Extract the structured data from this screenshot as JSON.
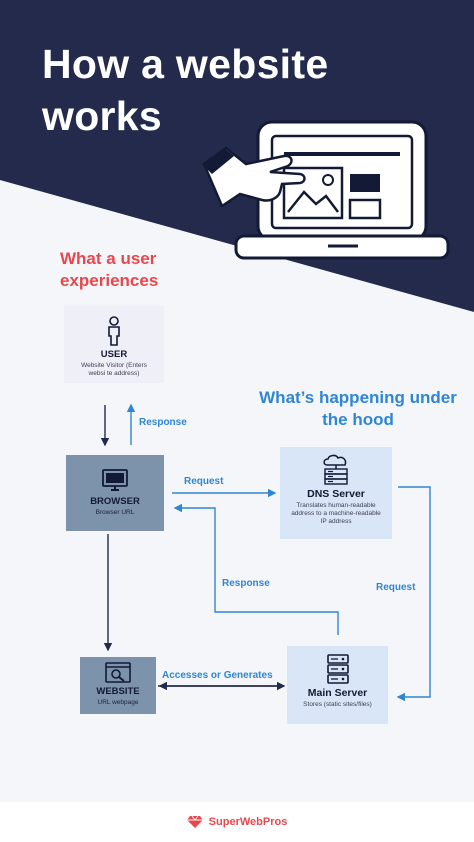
{
  "title": "How a website works",
  "sections": {
    "user_side": "What a user experiences",
    "hood_side": "What’s happening under the hood"
  },
  "nodes": {
    "user": {
      "label": "USER",
      "desc": "Website Visitor (Enters websi te address)",
      "icon": "person-icon"
    },
    "browser": {
      "label": "BROWSER",
      "desc": "Browser URL",
      "icon": "monitor-icon"
    },
    "website": {
      "label": "WEBSITE",
      "desc": "URL webpage",
      "icon": "webpage-search-icon"
    },
    "dns": {
      "label": "DNS Server",
      "desc": "Translates human-readable address to a machine-readable IP address",
      "icon": "cloud-server-icon"
    },
    "main": {
      "label": "Main Server",
      "desc": "Stores (static sites/files)",
      "icon": "server-stack-icon"
    }
  },
  "edges": {
    "response_top": "Response",
    "request_browser_dns": "Request",
    "response_main_browser": "Response",
    "request_dns_main": "Request",
    "accesses": "Accesses or Generates"
  },
  "footer": {
    "brand": "SuperWebPros",
    "icon": "gem-logo-icon"
  },
  "colors": {
    "navy": "#232a4b",
    "accent_red": "#e8484d",
    "accent_blue": "#2f86d4",
    "browser_card": "#7d93ab",
    "server_card": "#d9e6f8",
    "user_card": "#efeff7"
  }
}
